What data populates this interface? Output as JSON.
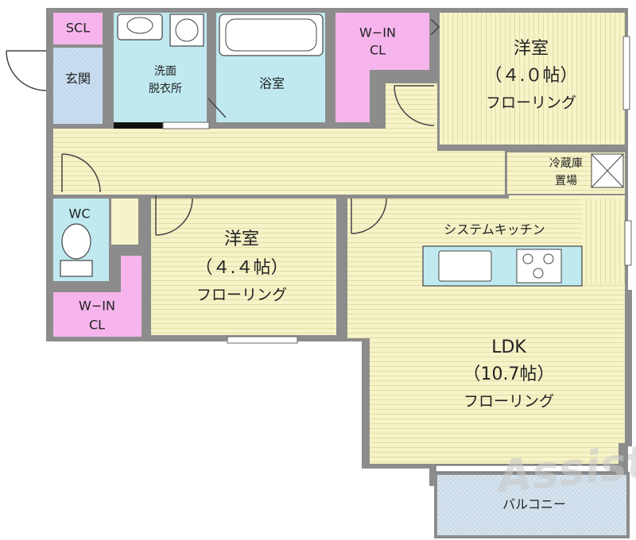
{
  "colors": {
    "wall": "#8c8c8c",
    "flooring": "#f6f3c8",
    "flooring_line": "#e2dda6",
    "wet_area": "#bfe9ef",
    "closet": "#f5b5ec",
    "entrance": "#c9ddf0",
    "balcony": "#d5e3ee",
    "window": "#ffffff",
    "fixture_line": "#444444"
  },
  "rooms": {
    "scl": {
      "name": "SCL"
    },
    "entrance": {
      "name": "玄関"
    },
    "washroom": {
      "name_line1": "洗面",
      "name_line2": "脱衣所"
    },
    "bathroom": {
      "name": "浴室"
    },
    "closet_top": {
      "name_line1": "W−IN",
      "name_line2": "CL"
    },
    "bedroom_a": {
      "name": "洋室",
      "size": "（４.０帖）",
      "floor": "フローリング"
    },
    "fridge": {
      "name_line1": "冷蔵庫",
      "name_line2": "置場"
    },
    "wc": {
      "name": "WC"
    },
    "bedroom_b": {
      "name": "洋室",
      "size": "（４.４帖）",
      "floor": "フローリング"
    },
    "kitchen": {
      "name": "システムキッチン"
    },
    "closet_bottom": {
      "name_line1": "W−IN",
      "name_line2": "CL"
    },
    "ldk": {
      "name": "LDK",
      "size": "（10.7帖）",
      "floor": "フローリング"
    },
    "balcony": {
      "name": "バルコニー"
    }
  },
  "watermark": {
    "text": "Assist"
  }
}
